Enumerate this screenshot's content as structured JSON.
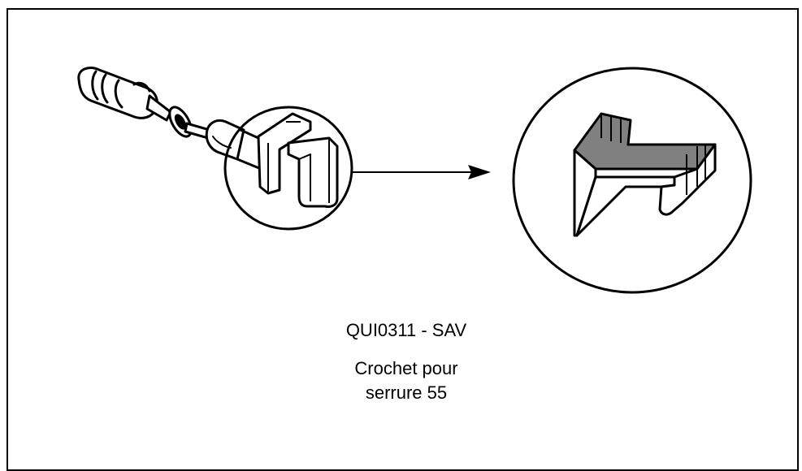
{
  "part": {
    "code": "QUI0311 - SAV",
    "description_line1": "Crochet pour",
    "description_line2": "serrure 55"
  },
  "colors": {
    "line": "#000000",
    "shade": "#808080",
    "background": "#ffffff"
  }
}
